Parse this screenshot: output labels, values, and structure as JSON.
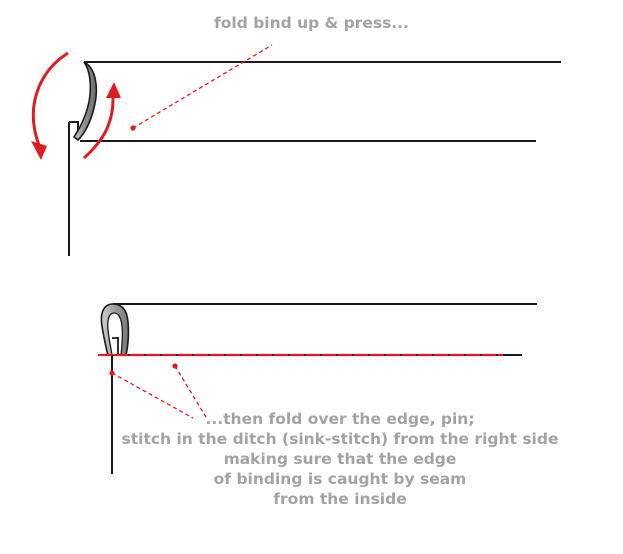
{
  "annotations": {
    "top": "fold bind up & press...",
    "bottom_lines": [
      "...then fold over the edge, pin;",
      "stitch in the ditch (sink-stitch) from the right side",
      "making sure that the edge",
      "of binding is caught by seam",
      "from the inside"
    ]
  },
  "colors": {
    "line": "#1a1a1a",
    "accent": "#e11b22",
    "text": "#a3a3a3",
    "binding_fill": "#9d9d9d"
  }
}
